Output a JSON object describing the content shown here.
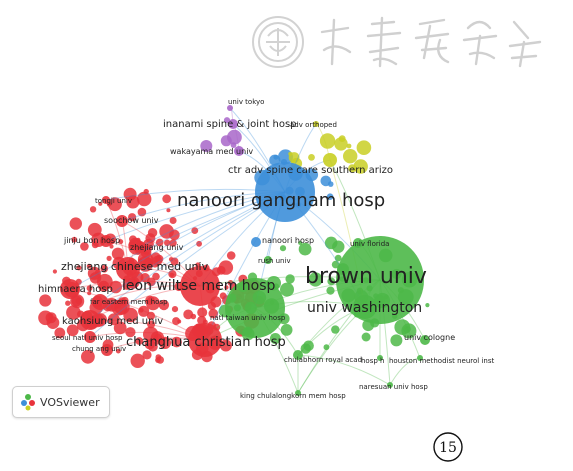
{
  "watermark": {
    "text": "中華醫學會"
  },
  "clusters": {
    "red": "#e8333b",
    "green": "#4db848",
    "blue": "#3d8fd9",
    "yellow": "#c9cf24",
    "purple": "#a866c9"
  },
  "nodes": [
    {
      "id": "univ-tokyo",
      "label": "univ tokyo",
      "cluster": "purple",
      "weight": 2,
      "fs": 7
    },
    {
      "id": "inanami",
      "label": "inanami spine & joint hosp",
      "cluster": "purple",
      "weight": 3,
      "fs": 10
    },
    {
      "id": "adv-orthoped",
      "label": "adv orthoped",
      "cluster": "yellow",
      "weight": 2,
      "fs": 7
    },
    {
      "id": "wakayama",
      "label": "wakayama med univ",
      "cluster": "purple",
      "weight": 3,
      "fs": 8
    },
    {
      "id": "ctr-adv",
      "label": "ctr adv spine care southern arizo",
      "cluster": "yellow",
      "weight": 4,
      "fs": 10
    },
    {
      "id": "nanoori",
      "label": "nanoori gangnam hosp",
      "cluster": "blue",
      "weight": 32,
      "fs": 18
    },
    {
      "id": "tongji",
      "label": "tongji univ",
      "cluster": "red",
      "weight": 3,
      "fs": 7
    },
    {
      "id": "soochow",
      "label": "soochow univ",
      "cluster": "red",
      "weight": 4,
      "fs": 8
    },
    {
      "id": "jinju",
      "label": "jinju bon hosp",
      "cluster": "red",
      "weight": 4,
      "fs": 8
    },
    {
      "id": "zhejiang-univ",
      "label": "zhejiang univ",
      "cluster": "red",
      "weight": 4,
      "fs": 8
    },
    {
      "id": "nanoori-hosp",
      "label": "nanoori hosp",
      "cluster": "blue",
      "weight": 4,
      "fs": 8
    },
    {
      "id": "univ-florida",
      "label": "univ florida",
      "cluster": "green",
      "weight": 4,
      "fs": 7
    },
    {
      "id": "rush",
      "label": "rush univ",
      "cluster": "green",
      "weight": 3,
      "fs": 7
    },
    {
      "id": "zhejiang-chinese",
      "label": "zhejiang chinese med univ",
      "cluster": "red",
      "weight": 8,
      "fs": 11
    },
    {
      "id": "brown",
      "label": "brown univ",
      "cluster": "green",
      "weight": 48,
      "fs": 22
    },
    {
      "id": "himnaera",
      "label": "himnaera hosp",
      "cluster": "red",
      "weight": 7,
      "fs": 10
    },
    {
      "id": "leon-wiltse",
      "label": "leon wiltse mem hosp",
      "cluster": "red",
      "weight": 18,
      "fs": 14
    },
    {
      "id": "far-eastern",
      "label": "far eastern mem hosp",
      "cluster": "red",
      "weight": 6,
      "fs": 7
    },
    {
      "id": "univ-washington",
      "label": "univ washington",
      "cluster": "green",
      "weight": 10,
      "fs": 14
    },
    {
      "id": "kaohsiung",
      "label": "kaohsiung med univ",
      "cluster": "red",
      "weight": 8,
      "fs": 10
    },
    {
      "id": "natl-taiwan",
      "label": "natl taiwan univ hosp",
      "cluster": "green",
      "weight": 30,
      "fs": 7
    },
    {
      "id": "univ-cologne",
      "label": "univ cologne",
      "cluster": "green",
      "weight": 4,
      "fs": 8
    },
    {
      "id": "seoul-natl",
      "label": "seoul natl univ hosp",
      "cluster": "red",
      "weight": 4,
      "fs": 7
    },
    {
      "id": "changhua",
      "label": "changhua christian hosp",
      "cluster": "red",
      "weight": 14,
      "fs": 13
    },
    {
      "id": "chung-ang",
      "label": "chung ang univ",
      "cluster": "red",
      "weight": 4,
      "fs": 7
    },
    {
      "id": "chulabhorn",
      "label": "chulabhorn royal acad",
      "cluster": "green",
      "weight": 4,
      "fs": 7
    },
    {
      "id": "hosp-h",
      "label": "hosp h",
      "cluster": "green",
      "weight": 2,
      "fs": 7
    },
    {
      "id": "houston",
      "label": "houston methodist neurol inst",
      "cluster": "green",
      "weight": 3,
      "fs": 7
    },
    {
      "id": "naresuan",
      "label": "naresuan univ hosp",
      "cluster": "green",
      "weight": 3,
      "fs": 7
    },
    {
      "id": "king-chula",
      "label": "king chulalongkorn mem hosp",
      "cluster": "green",
      "weight": 3,
      "fs": 7
    }
  ],
  "edges": [
    [
      "nanoori",
      "brown"
    ],
    [
      "nanoori",
      "leon-wiltse"
    ],
    [
      "nanoori",
      "changhua"
    ],
    [
      "nanoori",
      "zhejiang-chinese"
    ],
    [
      "nanoori",
      "natl-taiwan"
    ],
    [
      "nanoori",
      "univ-washington"
    ],
    [
      "nanoori",
      "inanami"
    ],
    [
      "nanoori",
      "ctr-adv"
    ],
    [
      "nanoori",
      "wakayama"
    ],
    [
      "nanoori",
      "soochow"
    ],
    [
      "nanoori",
      "jinju"
    ],
    [
      "nanoori",
      "himnaera"
    ],
    [
      "nanoori",
      "kaohsiung"
    ],
    [
      "nanoori",
      "univ-tokyo"
    ],
    [
      "nanoori",
      "adv-orthoped"
    ],
    [
      "nanoori",
      "zhejiang-univ"
    ],
    [
      "nanoori",
      "seoul-natl"
    ],
    [
      "nanoori",
      "far-eastern"
    ],
    [
      "nanoori",
      "tongji"
    ],
    [
      "nanoori",
      "rush"
    ],
    [
      "brown",
      "univ-washington"
    ],
    [
      "brown",
      "natl-taiwan"
    ],
    [
      "brown",
      "leon-wiltse"
    ],
    [
      "brown",
      "changhua"
    ],
    [
      "brown",
      "univ-cologne"
    ],
    [
      "brown",
      "houston"
    ],
    [
      "brown",
      "chulabhorn"
    ],
    [
      "brown",
      "naresuan"
    ],
    [
      "brown",
      "univ-florida"
    ],
    [
      "brown",
      "ctr-adv"
    ],
    [
      "brown",
      "king-chula"
    ],
    [
      "brown",
      "hosp-h"
    ],
    [
      "natl-taiwan",
      "changhua"
    ],
    [
      "natl-taiwan",
      "leon-wiltse"
    ],
    [
      "natl-taiwan",
      "king-chula"
    ],
    [
      "natl-taiwan",
      "chulabhorn"
    ],
    [
      "leon-wiltse",
      "changhua"
    ],
    [
      "leon-wiltse",
      "zhejiang-chinese"
    ],
    [
      "leon-wiltse",
      "kaohsiung"
    ],
    [
      "leon-wiltse",
      "himnaera"
    ],
    [
      "leon-wiltse",
      "far-eastern"
    ],
    [
      "leon-wiltse",
      "jinju"
    ],
    [
      "leon-wiltse",
      "soochow"
    ],
    [
      "changhua",
      "kaohsiung"
    ],
    [
      "changhua",
      "seoul-natl"
    ],
    [
      "changhua",
      "chung-ang"
    ],
    [
      "changhua",
      "himnaera"
    ],
    [
      "zhejiang-chinese",
      "zhejiang-univ"
    ],
    [
      "zhejiang-chinese",
      "soochow"
    ],
    [
      "zhejiang-chinese",
      "tongji"
    ],
    [
      "ctr-adv",
      "adv-orthoped"
    ],
    [
      "ctr-adv",
      "univ-washington"
    ],
    [
      "inanami",
      "univ-tokyo"
    ],
    [
      "inanami",
      "wakayama"
    ],
    [
      "univ-washington",
      "chulabhorn"
    ],
    [
      "univ-washington",
      "king-chula"
    ],
    [
      "univ-washington",
      "natl-taiwan"
    ],
    [
      "chulabhorn",
      "naresuan"
    ],
    [
      "chulabhorn",
      "king-chula"
    ],
    [
      "houston",
      "naresuan"
    ]
  ],
  "branding": {
    "vosviewer": "VOSviewer"
  },
  "figure_number": "15"
}
